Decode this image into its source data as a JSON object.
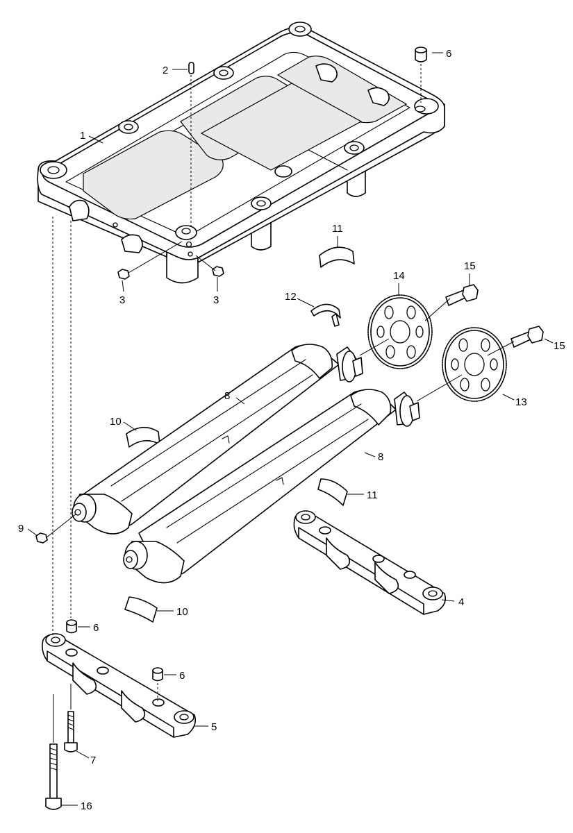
{
  "callouts": [
    {
      "id": "c1",
      "label": "1"
    },
    {
      "id": "c2",
      "label": "2"
    },
    {
      "id": "c3a",
      "label": "3"
    },
    {
      "id": "c3b",
      "label": "3"
    },
    {
      "id": "c4",
      "label": "4"
    },
    {
      "id": "c5",
      "label": "5"
    },
    {
      "id": "c6a",
      "label": "6"
    },
    {
      "id": "c6b",
      "label": "6"
    },
    {
      "id": "c6c",
      "label": "6"
    },
    {
      "id": "c7",
      "label": "7"
    },
    {
      "id": "c8a",
      "label": "8"
    },
    {
      "id": "c8b",
      "label": "8"
    },
    {
      "id": "c9",
      "label": "9"
    },
    {
      "id": "c10a",
      "label": "10"
    },
    {
      "id": "c10b",
      "label": "10"
    },
    {
      "id": "c11a",
      "label": "11"
    },
    {
      "id": "c11b",
      "label": "11"
    },
    {
      "id": "c12",
      "label": "12"
    },
    {
      "id": "c13",
      "label": "13"
    },
    {
      "id": "c14",
      "label": "14"
    },
    {
      "id": "c15a",
      "label": "15"
    },
    {
      "id": "c15b",
      "label": "15"
    },
    {
      "id": "c16",
      "label": "16"
    }
  ]
}
